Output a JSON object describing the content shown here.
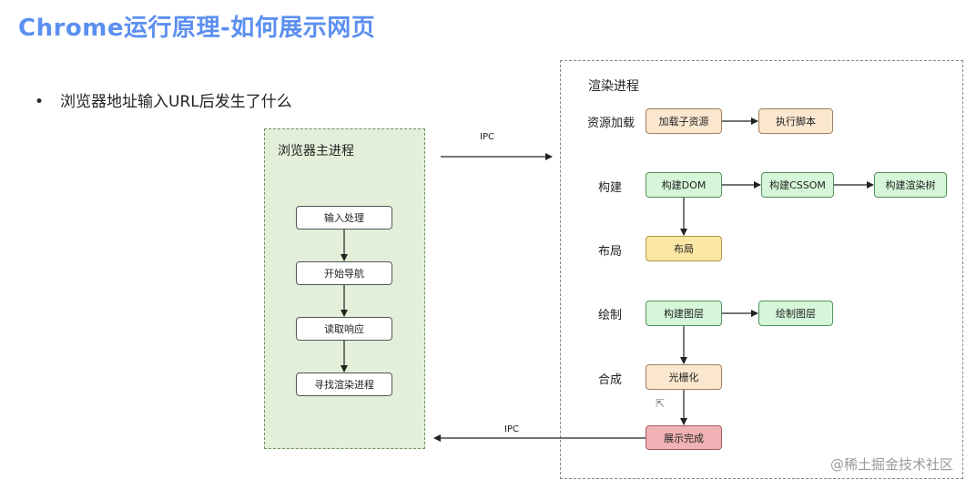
{
  "slide_title": "Chrome运行原理-如何展示网页",
  "bullet": "浏览器地址输入URL后发生了什么",
  "browser_process": {
    "title": "浏览器主进程",
    "steps": [
      "输入处理",
      "开始导航",
      "读取响应",
      "寻找渲染进程"
    ]
  },
  "ipc_top": "IPC",
  "ipc_bottom": "IPC",
  "render_process": {
    "title": "渲染进程",
    "rows": {
      "resource": {
        "label": "资源加载",
        "box1": "加载子资源",
        "box2": "执行脚本"
      },
      "build": {
        "label": "构建",
        "box1": "构建DOM",
        "box2": "构建CSSOM",
        "box3": "构建渲染树"
      },
      "layout": {
        "label": "布局",
        "box1": "布局"
      },
      "paint": {
        "label": "绘制",
        "box1": "构建图层",
        "box2": "绘制图层"
      },
      "composite": {
        "label": "合成",
        "box1": "光栅化"
      }
    },
    "final_box": "展示完成"
  },
  "watermark": "@稀土掘金技术社区",
  "colors": {
    "title": "#5b8ff0",
    "browser_panel_bg": "#e3efd9",
    "peach": "#fbe7cf",
    "green": "#d5f6d9",
    "yellow": "#fbe7a4",
    "red": "#f0b2b4"
  }
}
